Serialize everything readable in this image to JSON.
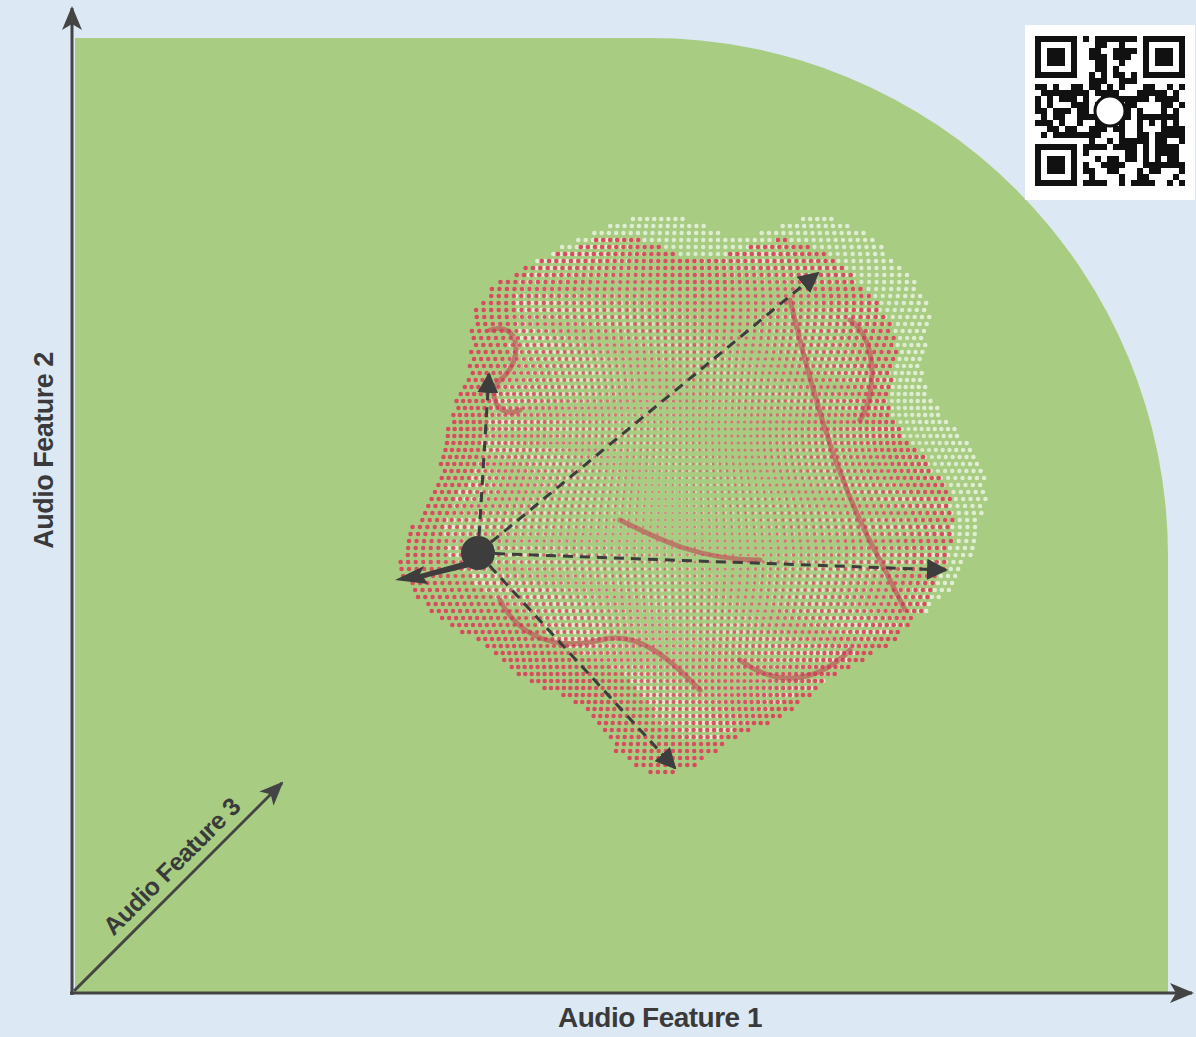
{
  "diagram": {
    "labels": [
      "Audio Feature 2",
      "Audio Feature 3",
      "Audio Feature 1"
    ]
  }
}
